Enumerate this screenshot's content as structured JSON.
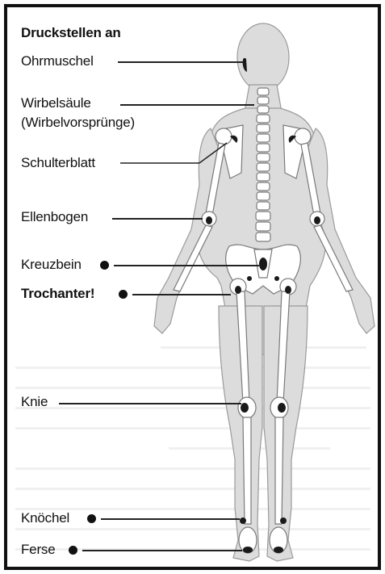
{
  "title": "Druckstellen an",
  "labels": {
    "ohrmuschel": "Ohrmuschel",
    "wirbelsaeule": "Wirbelsäule",
    "wirbelvorspruenge": "(Wirbelvorsprünge)",
    "schulterblatt": "Schulterblatt",
    "ellenbogen": "Ellenbogen",
    "kreuzbein": "Kreuzbein",
    "trochanter": "Trochanter!",
    "knie": "Knie",
    "knoechel": "Knöchel",
    "ferse": "Ferse"
  },
  "colors": {
    "body_fill": "#dcdcdc",
    "bone_fill": "#ffffff",
    "pressure_point": "#1a1a1a",
    "text": "#111111"
  }
}
